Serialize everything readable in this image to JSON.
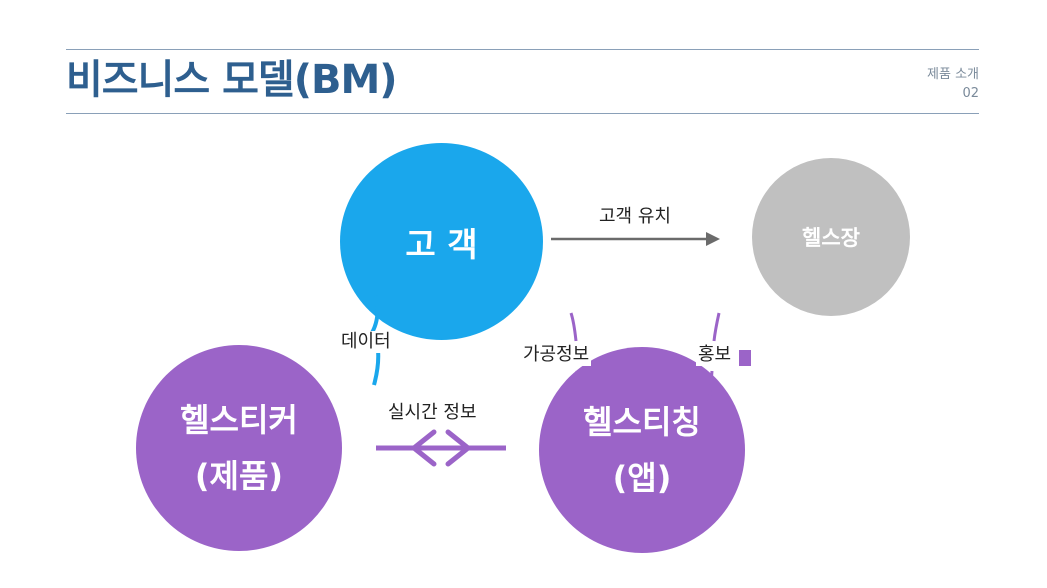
{
  "header": {
    "title": "비즈니스 모델(BM)",
    "section": "제품 소개",
    "page_no": "02"
  },
  "nodes": {
    "customer": "고 객",
    "gym": "헬스장",
    "product_line1": "헬스티커",
    "product_line2": "(제품)",
    "app_line1": "헬스티칭",
    "app_line2": "(앱)"
  },
  "edges": {
    "attract": "고객 유치",
    "data": "데이터",
    "process": "가공정보",
    "promo": "홍보",
    "realtime": "실시간 정보"
  },
  "colors": {
    "customer": "#1aa7ec",
    "gym": "#c0c0c0",
    "purple": "#9b64c8",
    "title": "#2e5f8f"
  }
}
